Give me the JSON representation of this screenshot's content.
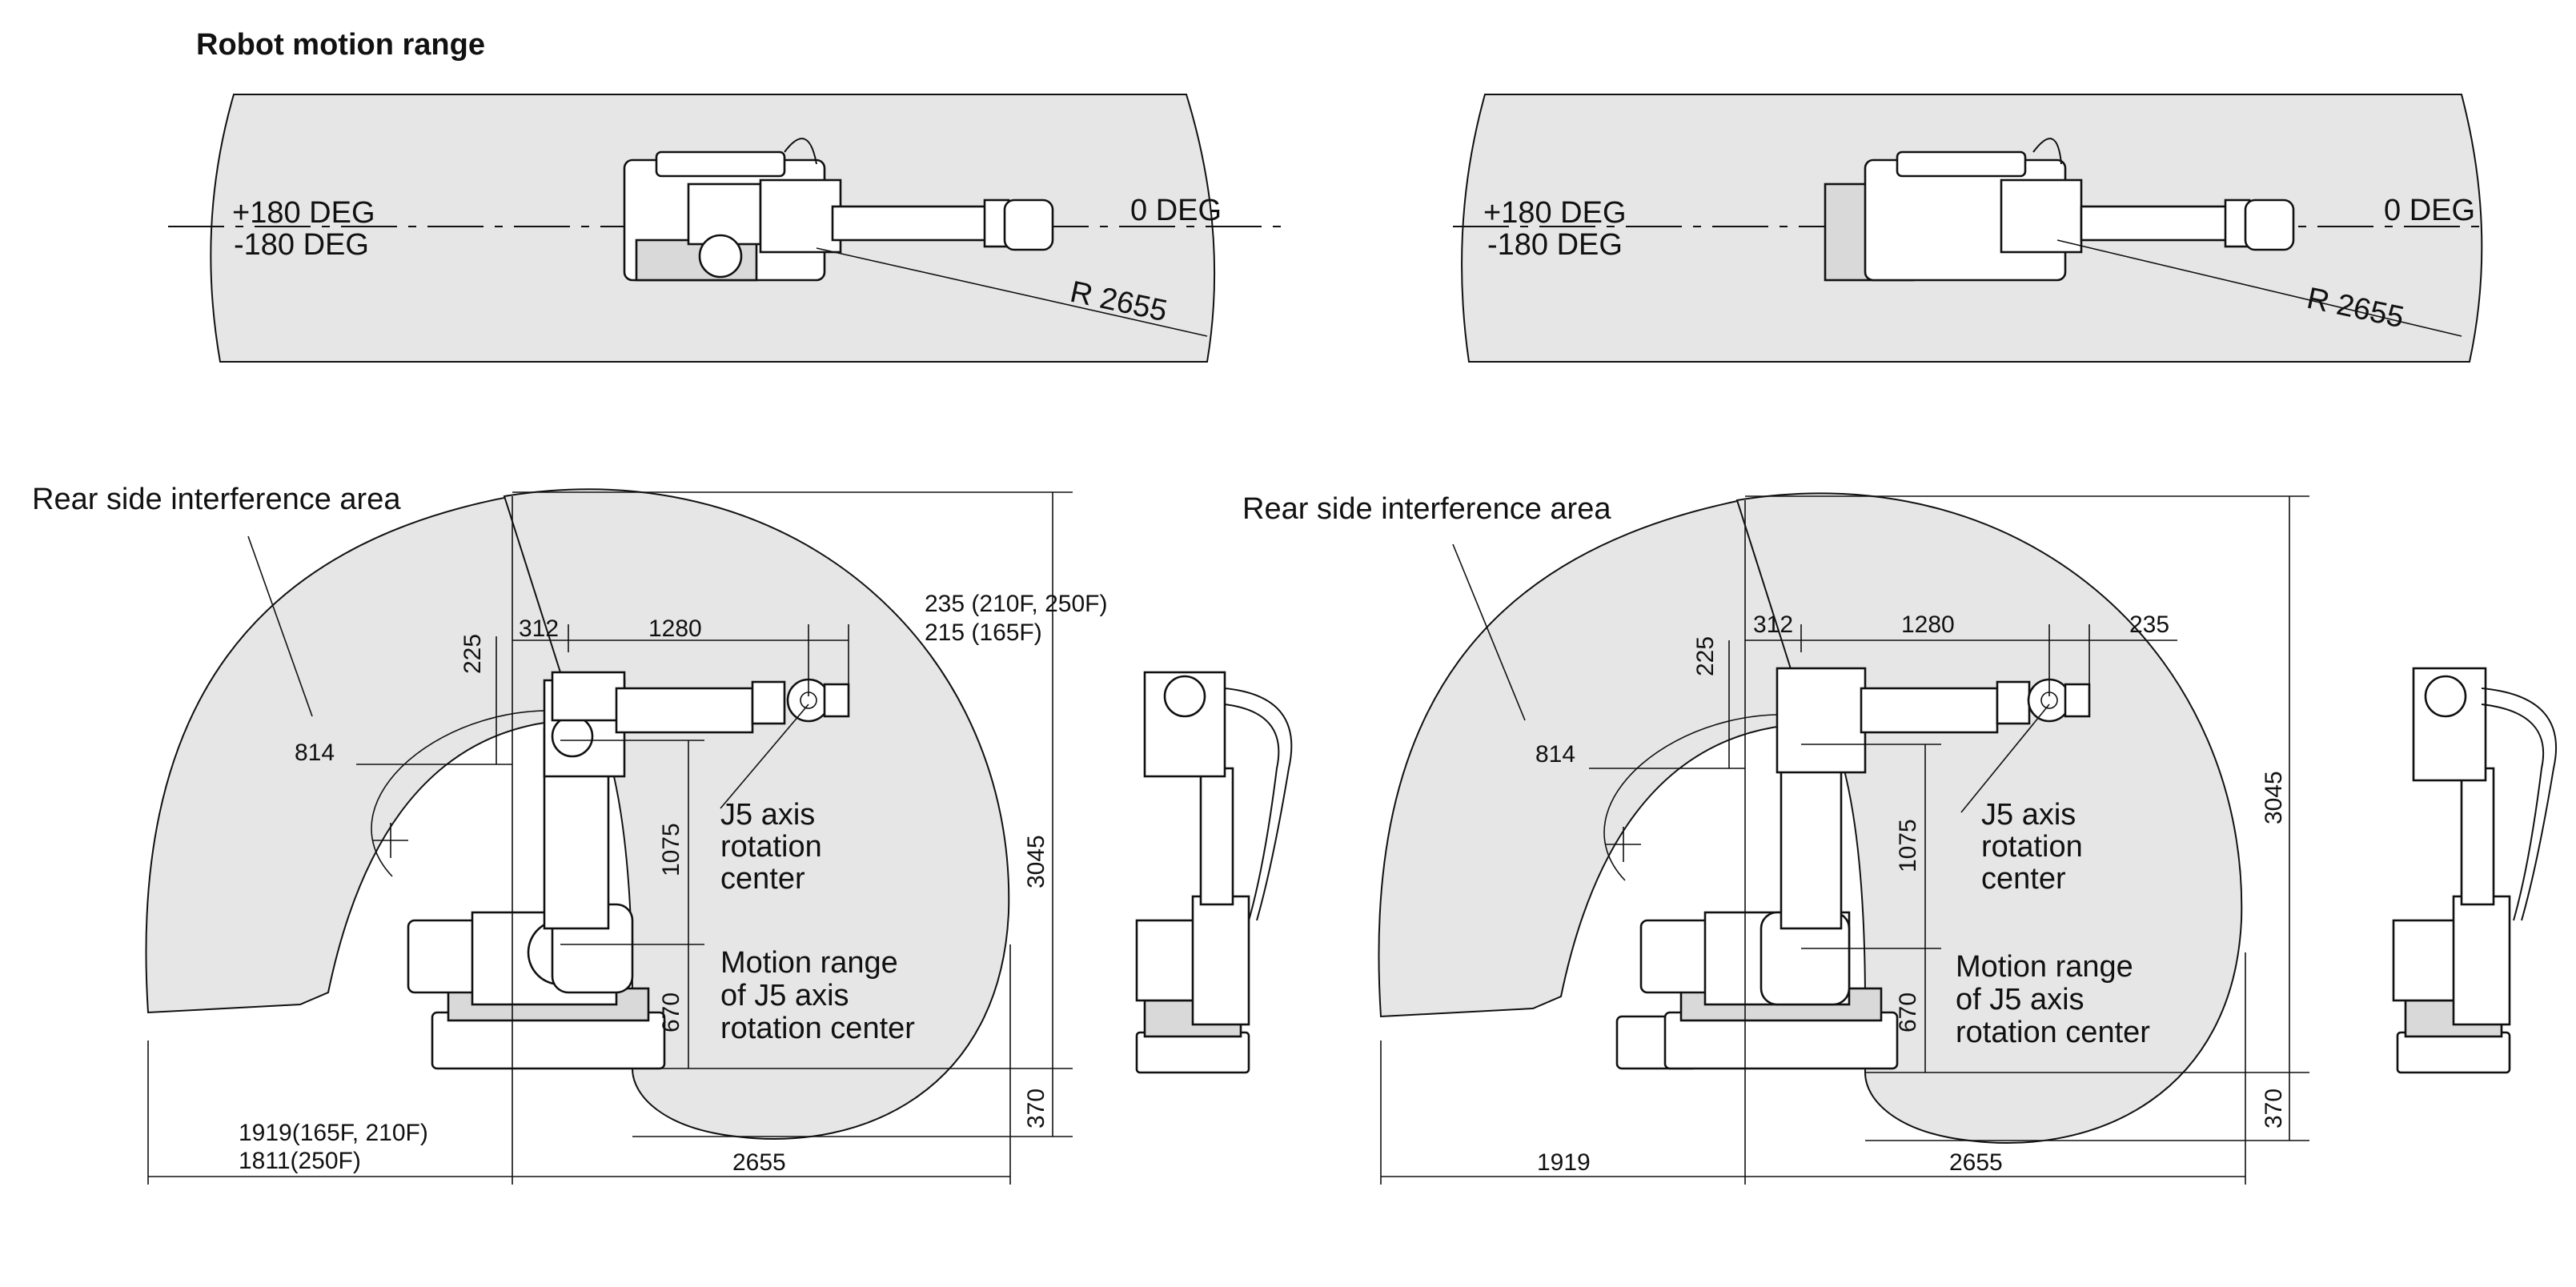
{
  "title": "Robot motion range",
  "top_views": [
    {
      "left_angle_1": "+180 DEG",
      "left_angle_2": "-180 DEG",
      "right_angle": "0 DEG",
      "radius": "R 2655"
    },
    {
      "left_angle_1": "+180 DEG",
      "left_angle_2": "-180 DEG",
      "right_angle": "0 DEG",
      "radius": "R 2655"
    }
  ],
  "side_views": [
    {
      "rear_label": "Rear side interference area",
      "dim_814": "814",
      "dim_312": "312",
      "dim_1280": "1280",
      "dim_225": "225",
      "dim_tool_1": "235 (210F,  250F)",
      "dim_tool_2": "215 (165F)",
      "dim_1075": "1075",
      "dim_670": "670",
      "dim_370": "370",
      "dim_3045": "3045",
      "dim_bottom_left_1": "1919(165F, 210F)",
      "dim_bottom_left_2": "1811(250F)",
      "dim_bottom_right": "2655",
      "j5_label": [
        "J5 axis",
        "rotation",
        "center"
      ],
      "motion_label": [
        "Motion range",
        "of J5 axis",
        "rotation center"
      ]
    },
    {
      "rear_label": "Rear side interference area",
      "dim_814": "814",
      "dim_312": "312",
      "dim_1280": "1280",
      "dim_225": "225",
      "dim_tool_1": "235",
      "dim_1075": "1075",
      "dim_670": "670",
      "dim_370": "370",
      "dim_3045": "3045",
      "dim_bottom_left_1": "1919",
      "dim_bottom_right": "2655",
      "j5_label": [
        "J5 axis",
        "rotation",
        "center"
      ],
      "motion_label": [
        "Motion range",
        "of J5 axis",
        "rotation center"
      ]
    }
  ]
}
